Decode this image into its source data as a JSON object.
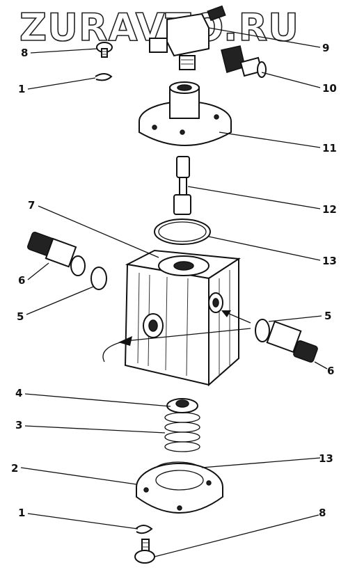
{
  "watermark": "ZURAVTO.RU",
  "callouts": [
    "8",
    "9",
    "1",
    "10",
    "11",
    "12",
    "7",
    "13",
    "6",
    "5",
    "5",
    "6",
    "4",
    "3",
    "13",
    "2",
    "1",
    "8"
  ]
}
